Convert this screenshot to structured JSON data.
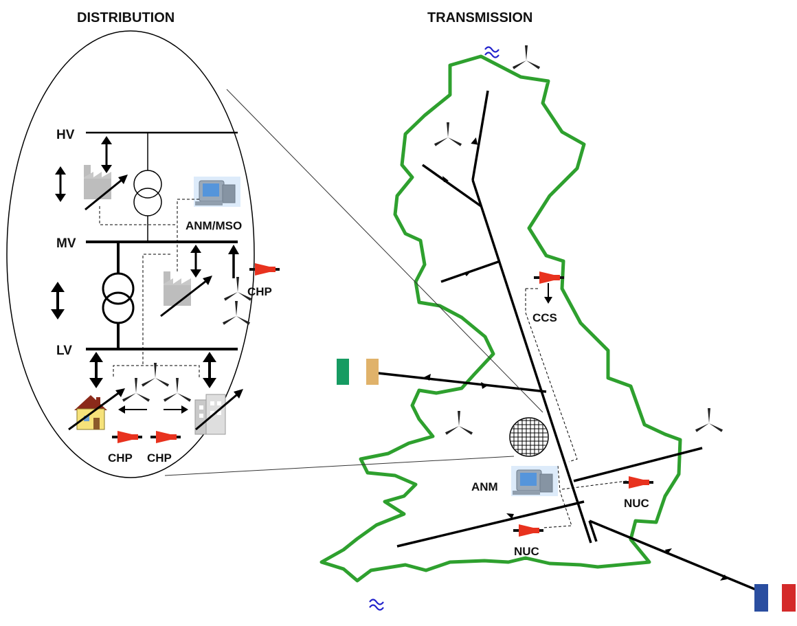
{
  "headings": {
    "distribution": "DISTRIBUTION",
    "transmission": "TRANSMISSION"
  },
  "distribution": {
    "bus_hv": "HV",
    "bus_mv": "MV",
    "bus_lv": "LV",
    "control_label": "ANM/MSO",
    "chp_mv": "CHP",
    "chp_lv_1": "CHP",
    "chp_lv_2": "CHP"
  },
  "transmission": {
    "ccs_label": "CCS",
    "anm_label": "ANM",
    "nuc_east": "NUC",
    "nuc_south": "NUC"
  },
  "colors": {
    "coastline": "#2ea02e",
    "line": "#000000",
    "generator": "#e8321e",
    "wave": "#2222cc",
    "ireland_green": "#169b62",
    "ireland_orange": "#e0b26a",
    "france_blue": "#2a4ea0",
    "france_red": "#d42a2a",
    "house": "#f6e27a",
    "roof": "#8b2a1a",
    "factory": "#bdbdbd"
  },
  "icons": [
    "wind-turbine-icon",
    "wave-icon",
    "generator-icon",
    "computer-icon",
    "factory-icon",
    "house-icon",
    "office-building-icon",
    "transformer-icon",
    "flag-ireland-icon",
    "flag-france-icon"
  ]
}
